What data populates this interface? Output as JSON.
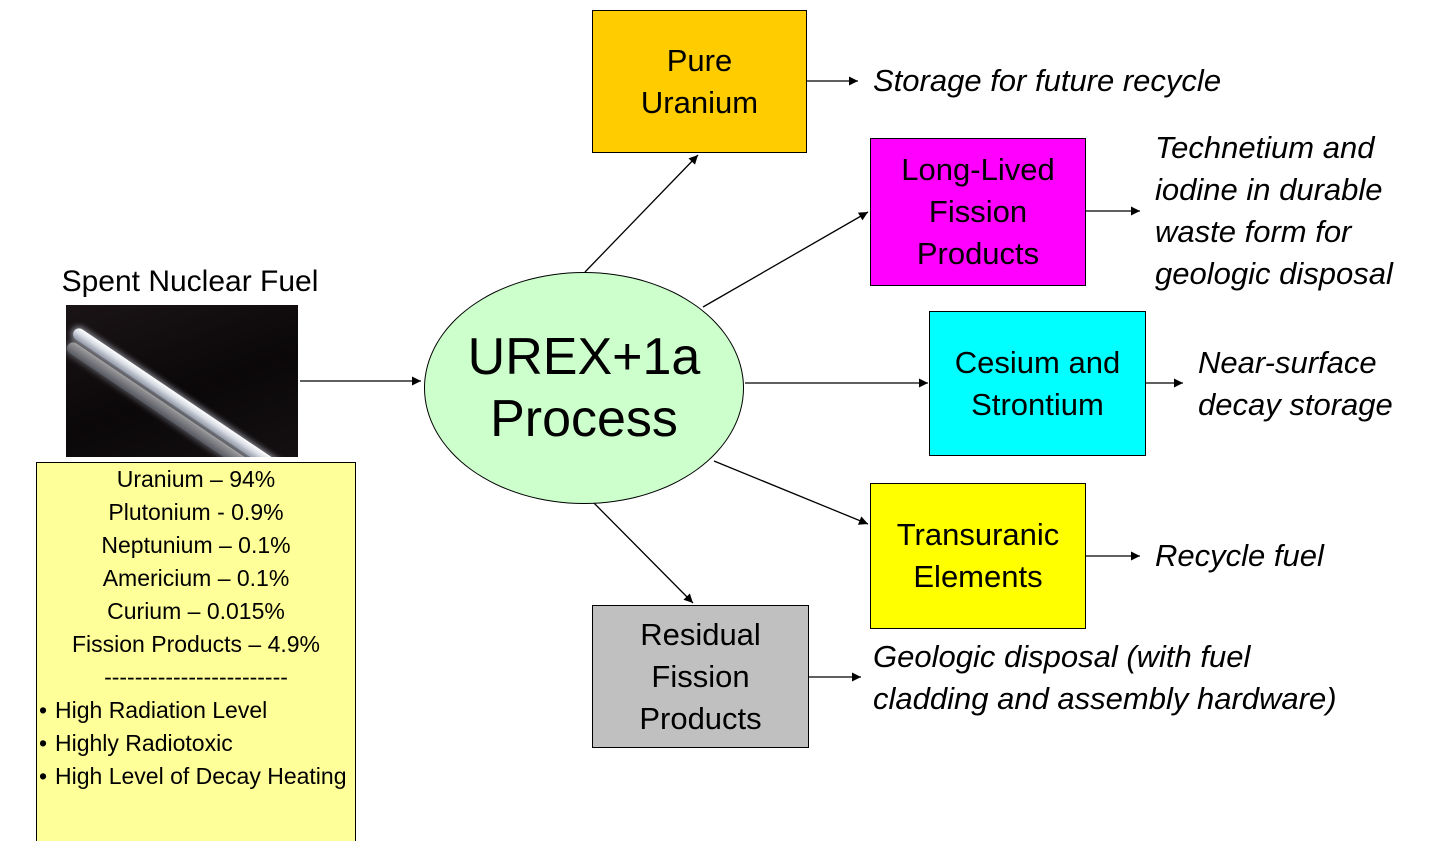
{
  "fuel": {
    "title": "Spent Nuclear Fuel",
    "composition": [
      "Uranium – 94%",
      "Plutonium - 0.9%",
      "Neptunium – 0.1%",
      "Americium – 0.1%",
      "Curium – 0.015%",
      "Fission Products – 4.9%"
    ],
    "separator": "------------------------",
    "properties": [
      "High Radiation Level",
      "Highly Radiotoxic",
      "High Level of Decay Heating"
    ],
    "colors": {
      "box": "#ffff99"
    }
  },
  "process": {
    "line1": "UREX+1a",
    "line2": "Process",
    "color": "#ccffcc"
  },
  "products": [
    {
      "lines": [
        "Pure",
        "Uranium"
      ],
      "color": "#ffcc00",
      "outcome": [
        "Storage for future recycle"
      ]
    },
    {
      "lines": [
        "Long-Lived",
        "Fission",
        "Products"
      ],
      "color": "#ff00ff",
      "outcome": [
        "Technetium and",
        "iodine in durable",
        "waste form for",
        "geologic disposal"
      ]
    },
    {
      "lines": [
        "Cesium and",
        "Strontium"
      ],
      "color": "#00ffff",
      "outcome": [
        "Near-surface",
        "decay storage"
      ]
    },
    {
      "lines": [
        "Transuranic",
        "Elements"
      ],
      "color": "#ffff00",
      "outcome": [
        "Recycle fuel"
      ]
    },
    {
      "lines": [
        "Residual",
        "Fission",
        "Products"
      ],
      "color": "#c0c0c0",
      "outcome": [
        "Geologic disposal (with fuel",
        "cladding and assembly hardware)"
      ]
    }
  ]
}
